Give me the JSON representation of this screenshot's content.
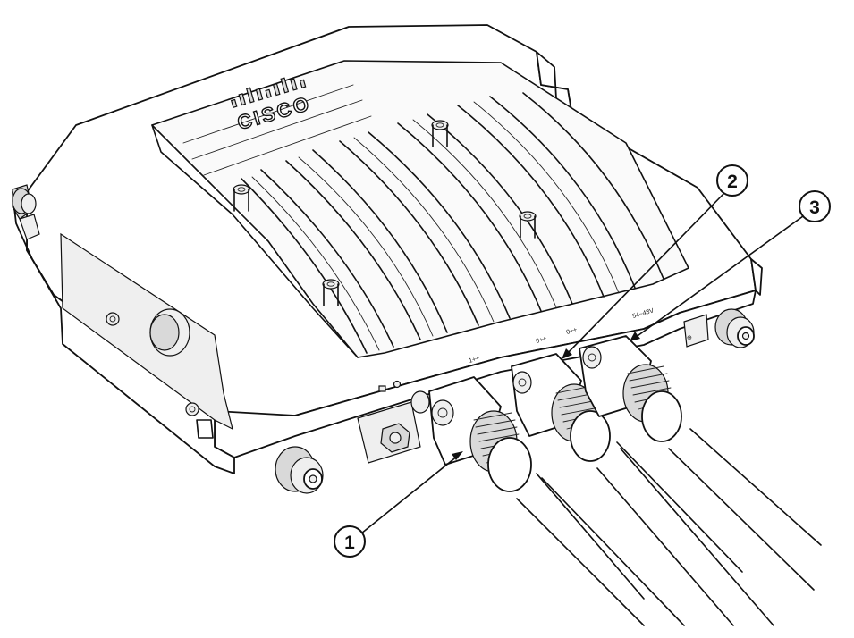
{
  "logo": {
    "text": "CISCO",
    "icon": "cisco-bridge-logo-icon"
  },
  "device_labels": {
    "port_1": "1++",
    "port_2": "0++",
    "port_3": "0++",
    "power": "54~48V"
  },
  "callouts": [
    {
      "number": "1",
      "target": "connector-1"
    },
    {
      "number": "2",
      "target": "connector-2"
    },
    {
      "number": "3",
      "target": "connector-3"
    }
  ],
  "colors": {
    "line": "#111111",
    "background": "#ffffff",
    "shade": "#d9d9d9"
  }
}
